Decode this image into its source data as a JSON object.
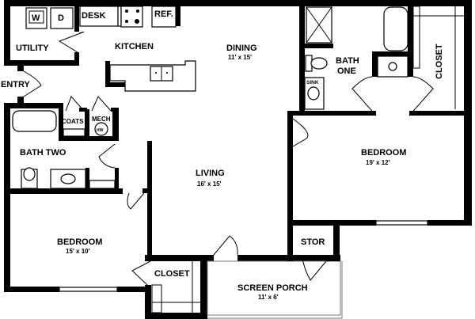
{
  "rooms": {
    "utility": {
      "label": "UTILITY"
    },
    "kitchen": {
      "label": "KITCHEN"
    },
    "dining": {
      "label": "DINING",
      "size": "11' x 15'"
    },
    "entry": {
      "label": "ENTRY"
    },
    "bath_two": {
      "label": "BATH TWO"
    },
    "coats": {
      "label": "COATS"
    },
    "mech": {
      "label": "MECH"
    },
    "living": {
      "label": "LIVING",
      "size": "16' x 15'"
    },
    "bath_one": {
      "label": "BATH",
      "label2": "ONE"
    },
    "closet_master": {
      "label": "CLOSET"
    },
    "bedroom_master": {
      "label": "BEDROOM",
      "size": "19' x 12'"
    },
    "bedroom_two": {
      "label": "BEDROOM",
      "size": "15' x 10'"
    },
    "closet_hall": {
      "label": "CLOSET"
    },
    "stor": {
      "label": "STOR"
    },
    "screen_porch": {
      "label": "SCREEN PORCH",
      "size": "11' x 6'"
    }
  },
  "fixtures": {
    "washer": "W",
    "dryer": "D",
    "desk": "DESK",
    "ref": "REF.",
    "sink": "SINK",
    "water_heater": "HW"
  }
}
